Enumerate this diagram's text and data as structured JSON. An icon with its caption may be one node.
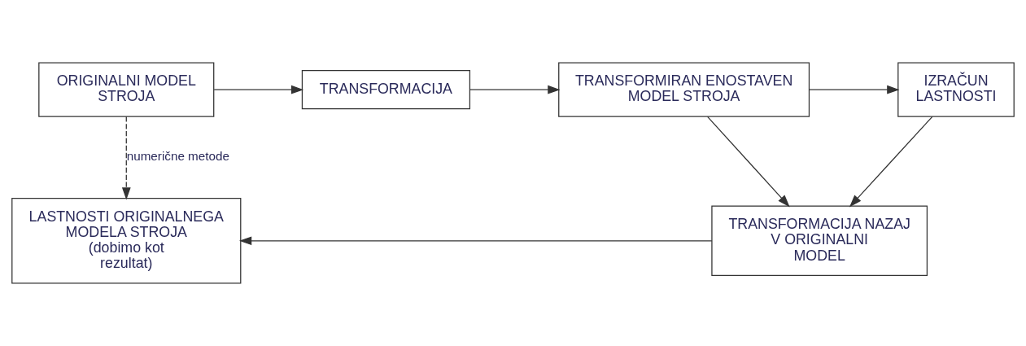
{
  "diagram": {
    "nodes": [
      {
        "text": [
          "ORIGINALNI MODEL STROJA"
        ]
      },
      {
        "text": [
          "TRANSFORMACIJA"
        ]
      },
      {
        "text": [
          "TRANSFORMIRAN ENOSTAVEN MODEL STROJA"
        ]
      },
      {
        "text": [
          "IZRAČUN LASTNOSTI"
        ]
      },
      {
        "text": [
          "LASTNOSTI ORIGINALNEGA MODELA STROJA",
          "(dobimo kot rezultat)"
        ]
      },
      {
        "text": [
          "TRANSFORMACIJA NAZAJ V ORIGINALNI MODEL"
        ]
      }
    ],
    "edges": [
      {
        "from": 0,
        "to": 1,
        "arrow": "to"
      },
      {
        "from": 1,
        "to": 2,
        "arrow": "to"
      },
      {
        "from": 2,
        "to": 3,
        "arrow": "to"
      },
      {
        "from": 0,
        "to": 4,
        "arrow": "to",
        "label": "numerične metode",
        "style": "dashed"
      },
      {
        "from": 2,
        "to": 5,
        "arrow": "to"
      },
      {
        "from": 3,
        "to": 5,
        "arrow": "to"
      },
      {
        "from": 5,
        "to": 4,
        "arrow": "to"
      }
    ]
  }
}
